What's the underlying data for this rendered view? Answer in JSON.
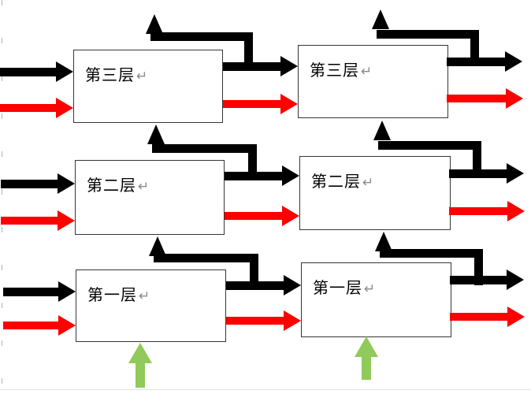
{
  "diagram": {
    "description_rows": [
      {
        "label": "第三层",
        "eol_mark": "↵"
      },
      {
        "label": "第二层",
        "eol_mark": "↵"
      },
      {
        "label": "第一层",
        "eol_mark": "↵"
      }
    ]
  },
  "colors": {
    "arrow-black": "#000000",
    "arrow-red": "#fe0000",
    "arrow-green": "#90ca5a",
    "box-border": "#363636",
    "box-fill": "#ffffff",
    "eol-mark": "#8a8a8a",
    "margin-dash": "#b3b3b3",
    "page-edge": "#e2e2e2",
    "page-bg": "#ffffff"
  }
}
